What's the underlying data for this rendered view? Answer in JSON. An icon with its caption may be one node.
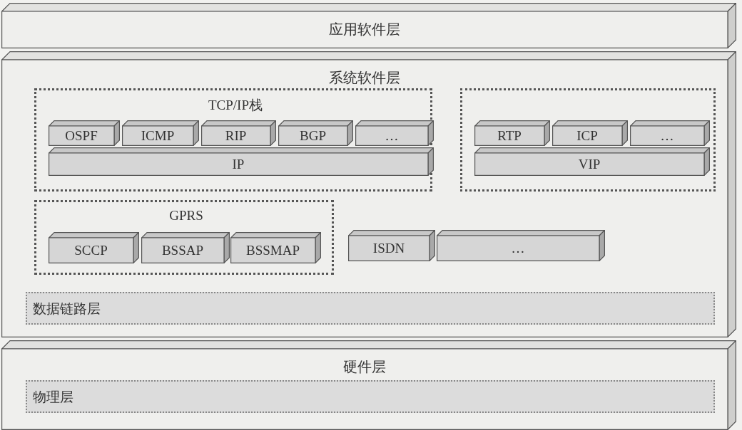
{
  "diagram": {
    "nodes": [
      {
        "text": [
          "应用软件层"
        ]
      },
      {
        "text": [
          "系统软件层"
        ]
      },
      {
        "text": [
          "TCP/IP栈"
        ],
        "in": 1
      },
      {
        "text": [
          "OSPF"
        ],
        "in": 2
      },
      {
        "text": [
          "ICMP"
        ],
        "in": 2
      },
      {
        "text": [
          "RIP"
        ],
        "in": 2
      },
      {
        "text": [
          "BGP"
        ],
        "in": 2
      },
      {
        "text": [
          "…"
        ],
        "in": 2
      },
      {
        "text": [
          "IP"
        ],
        "in": 2
      },
      {
        "text": [],
        "shape": "box",
        "in": 1
      },
      {
        "text": [
          "RTP"
        ],
        "in": 9
      },
      {
        "text": [
          "ICP"
        ],
        "in": 9
      },
      {
        "text": [
          "…"
        ],
        "in": 9
      },
      {
        "text": [
          "VIP"
        ],
        "in": 9
      },
      {
        "text": [
          "GPRS"
        ],
        "in": 1
      },
      {
        "text": [
          "SCCP"
        ],
        "in": 14
      },
      {
        "text": [
          "BSSAP"
        ],
        "in": 14
      },
      {
        "text": [
          "BSSMAP"
        ],
        "in": 14
      },
      {
        "text": [
          "ISDN"
        ],
        "in": 1
      },
      {
        "text": [
          "…"
        ],
        "in": 1
      },
      {
        "text": [
          "数据链路层"
        ],
        "in": 1
      },
      {
        "text": [
          "硬件层"
        ]
      },
      {
        "text": [
          "物理层"
        ],
        "in": 21
      }
    ]
  }
}
